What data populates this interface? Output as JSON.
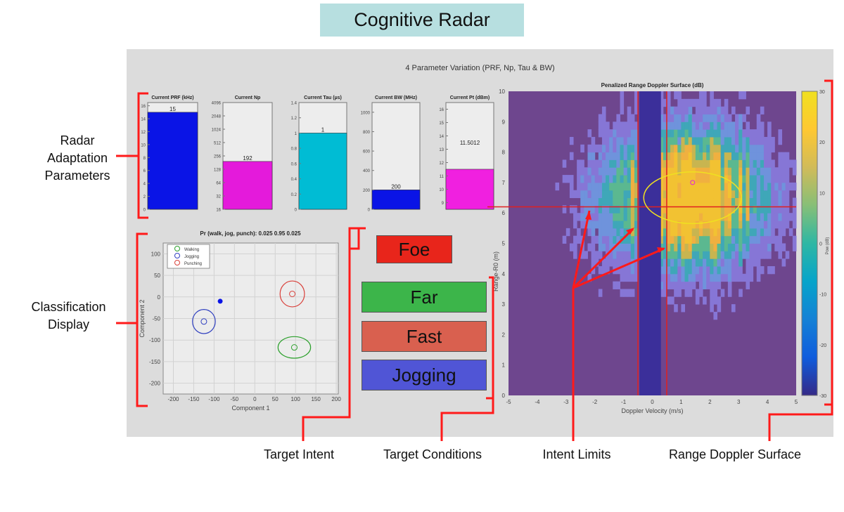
{
  "title": "Cognitive Radar",
  "panel_title": "4 Parameter Variation (PRF, Np, Tau & BW)",
  "annotations": {
    "radar_params": [
      "Radar",
      "Adaptation",
      "Parameters"
    ],
    "classification": [
      "Classification",
      "Display"
    ],
    "target_intent": "Target Intent",
    "target_conditions": "Target Conditions",
    "intent_limits": "Intent Limits",
    "range_doppler": "Range Doppler Surface"
  },
  "status_boxes": {
    "intent": {
      "label": "Foe",
      "color": "#e8251b"
    },
    "conditions": [
      {
        "label": "Far",
        "color": "#3cb54a"
      },
      {
        "label": "Fast",
        "color": "#d9604f"
      },
      {
        "label": "Jogging",
        "color": "#5055d6"
      }
    ]
  },
  "chart_data": [
    {
      "type": "bar",
      "title": "Current PRF (kHz)",
      "value": 15,
      "value_label": "15",
      "ylim": [
        0,
        16.5
      ],
      "ticks": [
        0,
        2,
        4,
        6,
        8,
        10,
        12,
        14,
        16
      ],
      "color": "#0a14e6"
    },
    {
      "type": "bar",
      "title": "Current Np",
      "value": 192,
      "value_label": "192",
      "scale": "log2",
      "ylim": [
        16,
        4096
      ],
      "ticks": [
        16,
        32,
        64,
        128,
        256,
        512,
        1024,
        2048,
        4096
      ],
      "color": "#e41adb"
    },
    {
      "type": "bar",
      "title": "Current Tau (µs)",
      "value": 1,
      "value_label": "1",
      "ylim": [
        0,
        1.4
      ],
      "ticks": [
        0,
        0.2,
        0.4,
        0.6,
        0.8,
        1,
        1.2,
        1.4
      ],
      "color": "#00bcd4"
    },
    {
      "type": "bar",
      "title": "Current BW (MHz)",
      "value": 200,
      "value_label": "200",
      "ylim": [
        0,
        1100
      ],
      "ticks": [
        0,
        200,
        400,
        600,
        800,
        1000
      ],
      "color": "#0a14e6"
    },
    {
      "type": "bar",
      "title": "Current Pt (dBm)",
      "value": 11.5012,
      "value_label": "11.5012",
      "ylim": [
        8.5,
        16.5
      ],
      "ticks": [
        9,
        10,
        11,
        12,
        13,
        14,
        15,
        16
      ],
      "color": "#f020e0"
    },
    {
      "type": "scatter",
      "title": "Pr (walk, jog, punch):  0.025          0.95          0.025",
      "xlabel": "Component 1",
      "ylabel": "Component 2",
      "xlim": [
        -225,
        205
      ],
      "ylim": [
        -225,
        125
      ],
      "xticks": [
        -200,
        -150,
        -100,
        -50,
        0,
        50,
        100,
        150,
        200
      ],
      "yticks": [
        -200,
        -150,
        -100,
        -50,
        0,
        50,
        100
      ],
      "grid": true,
      "legend": "top-left",
      "series": [
        {
          "name": "Walking",
          "color": "#2ca02c",
          "center": [
            97,
            -117
          ],
          "ellipse": [
            40,
            25
          ]
        },
        {
          "name": "Jogging",
          "color": "#3040c0",
          "center": [
            -125,
            -57
          ],
          "ellipse": [
            28,
            28
          ]
        },
        {
          "name": "Punching",
          "color": "#d9403a",
          "center": [
            92,
            7
          ],
          "ellipse": [
            30,
            30
          ]
        }
      ],
      "current_point": {
        "x": -85,
        "y": -10,
        "color": "#0a14e6"
      }
    },
    {
      "type": "heatmap",
      "title": "Penalized Range Doppler Surface (dB)",
      "xlabel": "Doppler Velocity (m/s)",
      "ylabel": "Range-R0 (m)",
      "xlim": [
        -5,
        5
      ],
      "ylim": [
        0,
        10
      ],
      "xticks": [
        -5,
        -4,
        -3,
        -2,
        -1,
        0,
        1,
        2,
        3,
        4,
        5
      ],
      "yticks": [
        0,
        1,
        2,
        3,
        4,
        5,
        6,
        7,
        8,
        9,
        10
      ],
      "colorbar": {
        "label": "Pow (dB)",
        "range": [
          -30,
          30
        ],
        "ticks": [
          -30,
          -20,
          -10,
          0,
          10,
          20,
          30
        ]
      },
      "intent_limits": {
        "velocity": [
          -0.5,
          0.5
        ],
        "range": 6.2
      },
      "target_ellipse": {
        "center": [
          1.4,
          6.5
        ],
        "radii": [
          1.7,
          0.85
        ],
        "color": "#f0e020"
      },
      "target_marker": {
        "x": 1.4,
        "y": 7.0,
        "color": "#e020e0"
      }
    }
  ]
}
